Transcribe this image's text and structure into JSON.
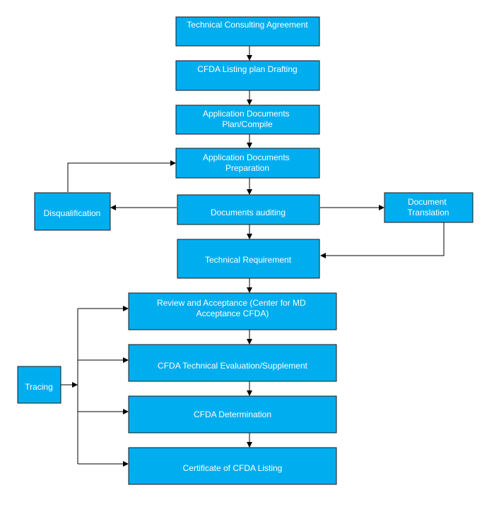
{
  "diagram": {
    "nodes": {
      "agreement": [
        "Technical Consulting Agreement"
      ],
      "drafting": [
        "CFDA Listing plan Drafting"
      ],
      "compile": [
        "Application Documents",
        "Plan/Compile"
      ],
      "preparation": [
        "Application Documents",
        "Preparation"
      ],
      "disqualification": [
        "Disqualification"
      ],
      "auditing": [
        "Documents auditing"
      ],
      "translation": [
        "Document",
        "Translation"
      ],
      "requirement": [
        "Technical Requirement"
      ],
      "review": [
        "Review and Acceptance (Center for MD",
        "Acceptance CFDA)"
      ],
      "evaluation": [
        "CFDA Technical Evaluation/Supplement"
      ],
      "determination": [
        "CFDA Determination"
      ],
      "certificate": [
        "Certificate of CFDA Listing"
      ],
      "tracing": [
        "Tracing"
      ]
    },
    "colors": {
      "box_fill": "#00aeef",
      "box_border": "#1a1a1a",
      "box_text": "#ffffff",
      "connector": "#000000"
    }
  }
}
